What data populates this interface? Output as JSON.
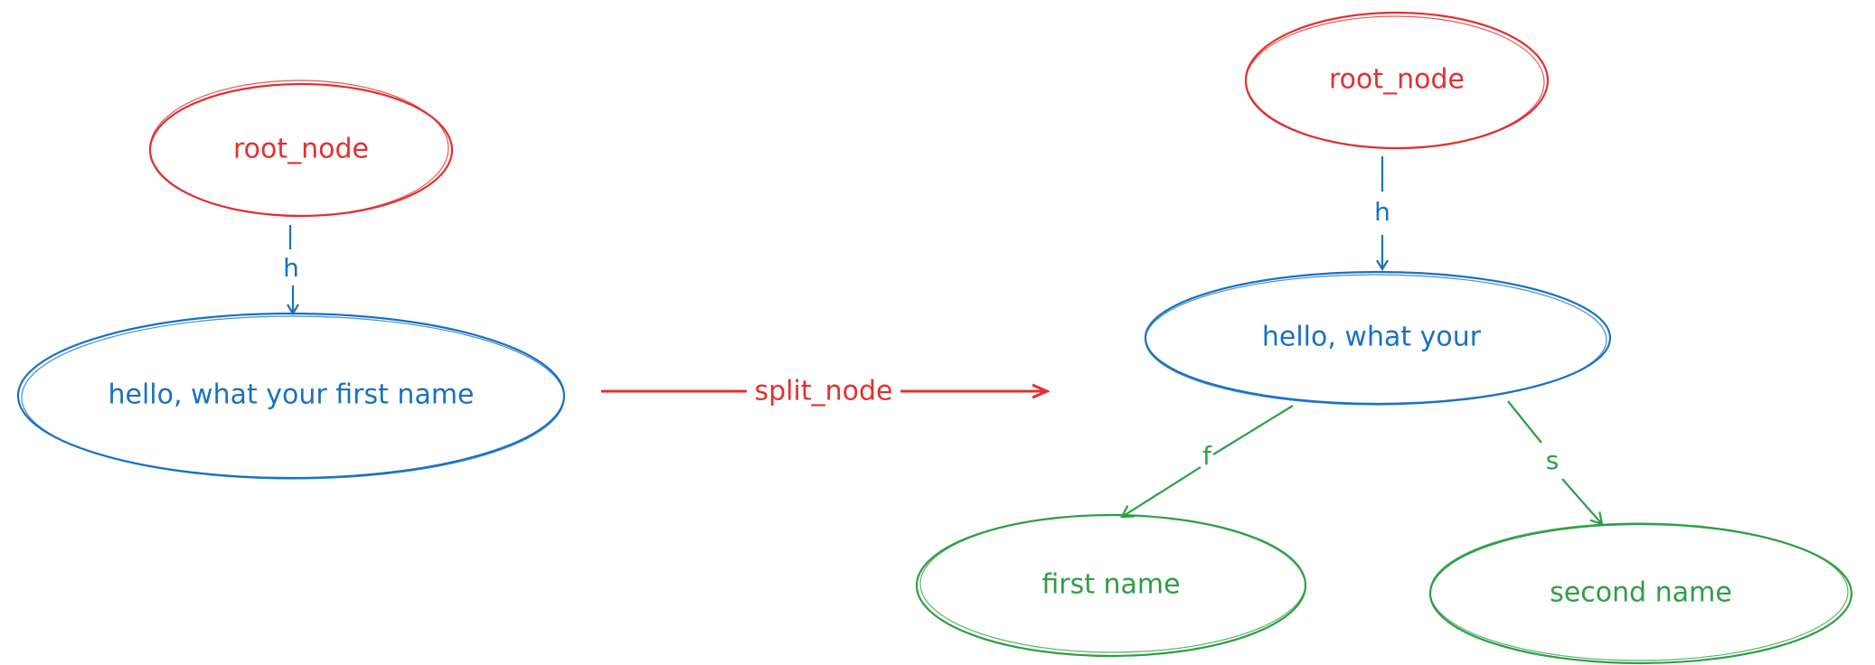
{
  "colors": {
    "red": "#e03131",
    "blue": "#1971c2",
    "green": "#2f9e44",
    "background": "#ffffff"
  },
  "left_tree": {
    "root_label": "root_node",
    "edge_label": "h",
    "child_label": "hello, what your first name"
  },
  "operation": {
    "label": "split_node"
  },
  "right_tree": {
    "root_label": "root_node",
    "edge_root_label": "h",
    "mid_label": "hello, what your",
    "edge_first_label": "f",
    "edge_second_label": "s",
    "child_first_label": "first name",
    "child_second_label": "second name"
  }
}
